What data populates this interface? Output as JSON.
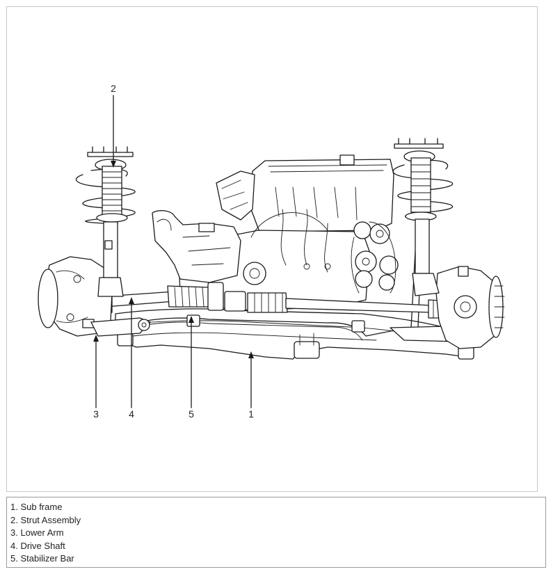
{
  "callouts": [
    {
      "number": "1",
      "label": "Sub frame"
    },
    {
      "number": "2",
      "label": "Strut Assembly"
    },
    {
      "number": "3",
      "label": "Lower Arm"
    },
    {
      "number": "4",
      "label": "Drive Shaft"
    },
    {
      "number": "5",
      "label": "Stabilizer Bar"
    }
  ],
  "legend": [
    "1. Sub frame",
    "2. Strut Assembly",
    "3. Lower Arm",
    "4. Drive Shaft",
    "5. Stabilizer Bar"
  ]
}
